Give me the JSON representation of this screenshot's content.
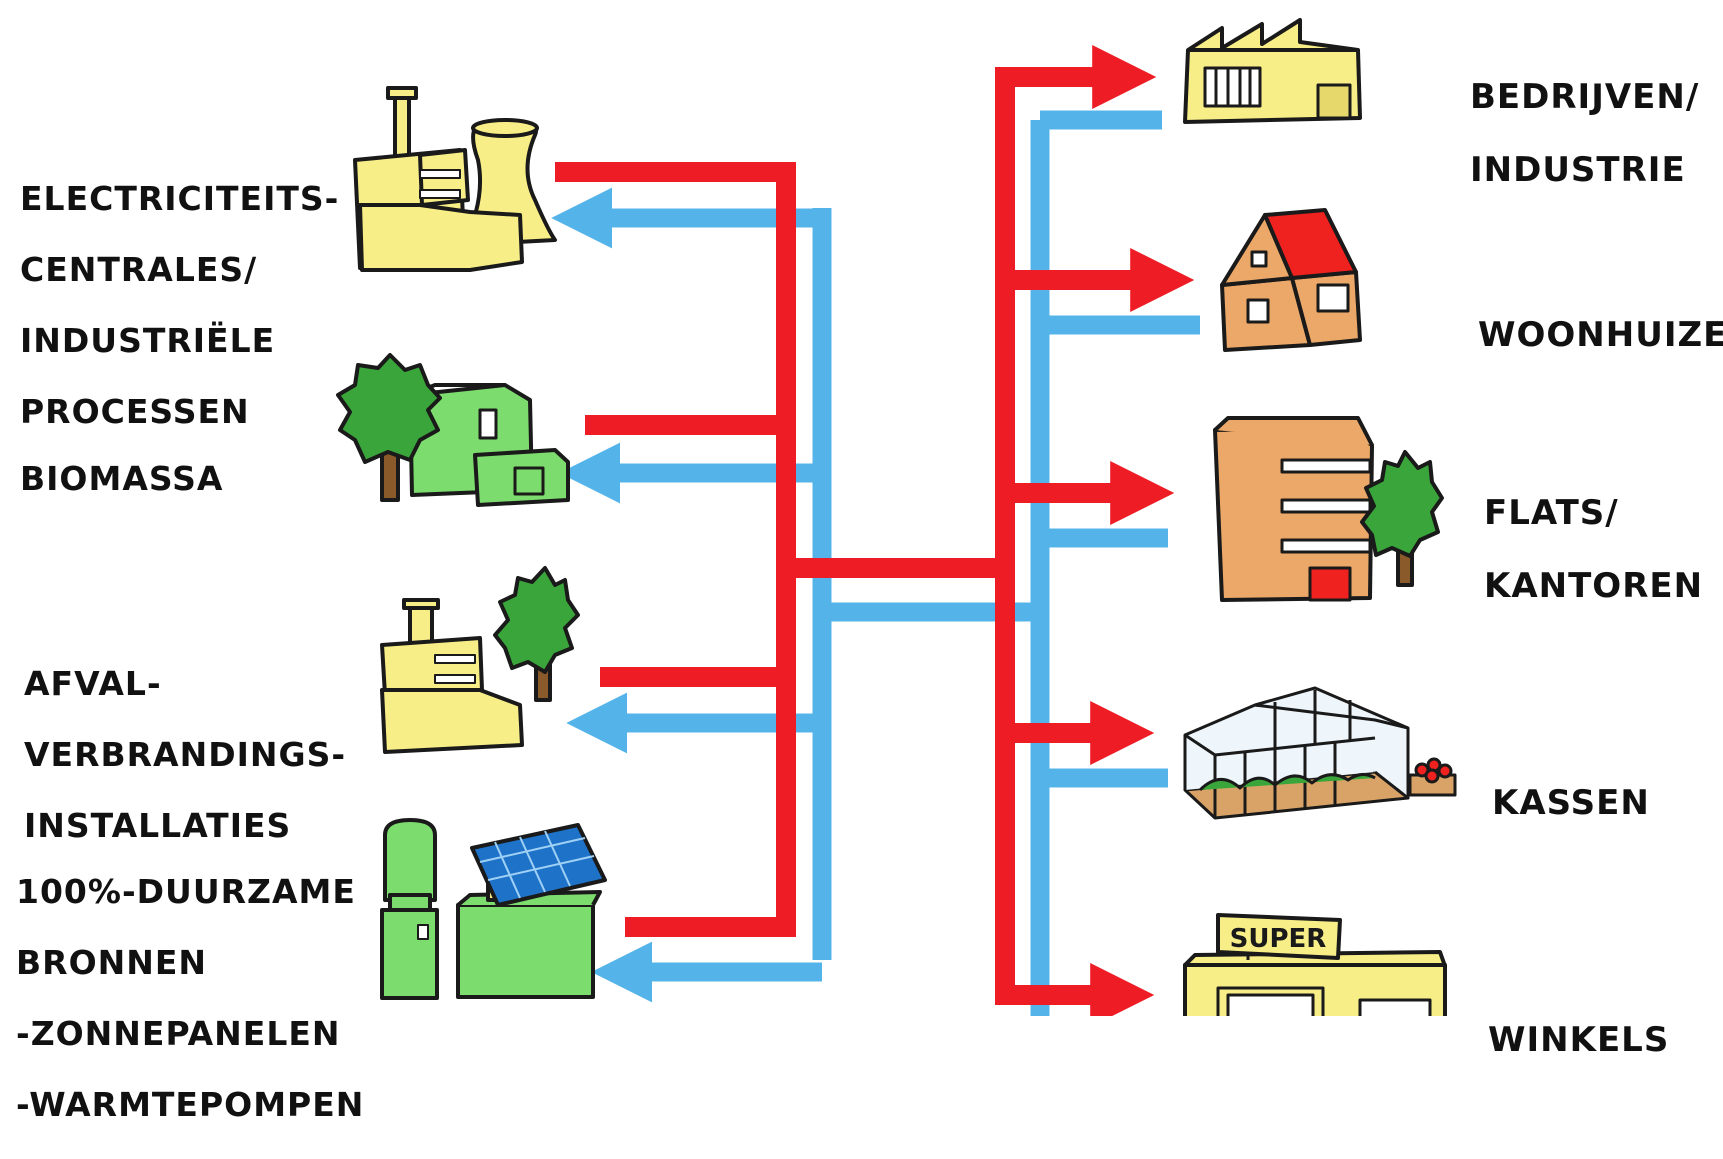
{
  "sources": [
    {
      "id": "power",
      "label_lines": [
        "ELECTRICITEITS-",
        "CENTRALES/",
        "INDUSTRIËLE",
        "PROCESSEN"
      ],
      "icon": "power-plant-icon"
    },
    {
      "id": "biomass",
      "label_lines": [
        "BIOMASSA"
      ],
      "icon": "biomass-plant-icon"
    },
    {
      "id": "waste",
      "label_lines": [
        "AFVAL-",
        "VERBRANDINGS-",
        "INSTALLATIES"
      ],
      "icon": "waste-incinerator-icon"
    },
    {
      "id": "renewable",
      "label_lines": [
        "100%-DUURZAME",
        "BRONNEN",
        "-ZONNEPANELEN",
        "-WARMTEPOMPEN"
      ],
      "icon": "solar-heatpump-icon"
    }
  ],
  "consumers": [
    {
      "id": "industry",
      "label_lines": [
        "BEDRIJVEN/",
        "INDUSTRIE"
      ],
      "icon": "factory-icon"
    },
    {
      "id": "houses",
      "label_lines": [
        "WOONHUIZEN"
      ],
      "icon": "house-icon"
    },
    {
      "id": "flats",
      "label_lines": [
        "FLATS/",
        "KANTOREN"
      ],
      "icon": "office-building-icon"
    },
    {
      "id": "greenhouses",
      "label_lines": [
        "KASSEN"
      ],
      "icon": "greenhouse-icon"
    },
    {
      "id": "shops",
      "label_lines": [
        "WINKELS"
      ],
      "icon": "supermarket-icon",
      "sign": "SUPER"
    }
  ],
  "colors": {
    "supply": "#ee1d25",
    "return": "#54b4ea",
    "yellow_building": "#f8ee88",
    "green_building": "#7ddc6e",
    "tree": "#3aa53a",
    "brick": "#eba868",
    "roof": "#f0221f",
    "outline": "#1a1a1a"
  }
}
